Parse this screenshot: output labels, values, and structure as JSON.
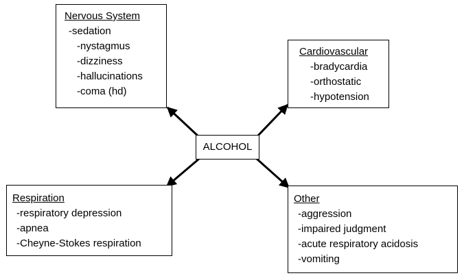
{
  "center_label": "ALCOHOL",
  "nervous": {
    "title": "Nervous System",
    "items": [
      "-sedation",
      "-nystagmus",
      "-dizziness",
      "-hallucinations",
      "-coma (hd)"
    ]
  },
  "cardio": {
    "title": "Cardiovascular",
    "items": [
      "-bradycardia",
      "-orthostatic",
      "-hypotension"
    ]
  },
  "resp": {
    "title": "Respiration",
    "items": [
      "-respiratory depression",
      "-apnea",
      "-Cheyne-Stokes respiration"
    ]
  },
  "other": {
    "title": "Other",
    "items": [
      "-aggression",
      "-impaired judgment",
      "-acute respiratory acidosis",
      "-vomiting"
    ]
  },
  "colors": {
    "line": "#000000",
    "background": "#ffffff"
  }
}
